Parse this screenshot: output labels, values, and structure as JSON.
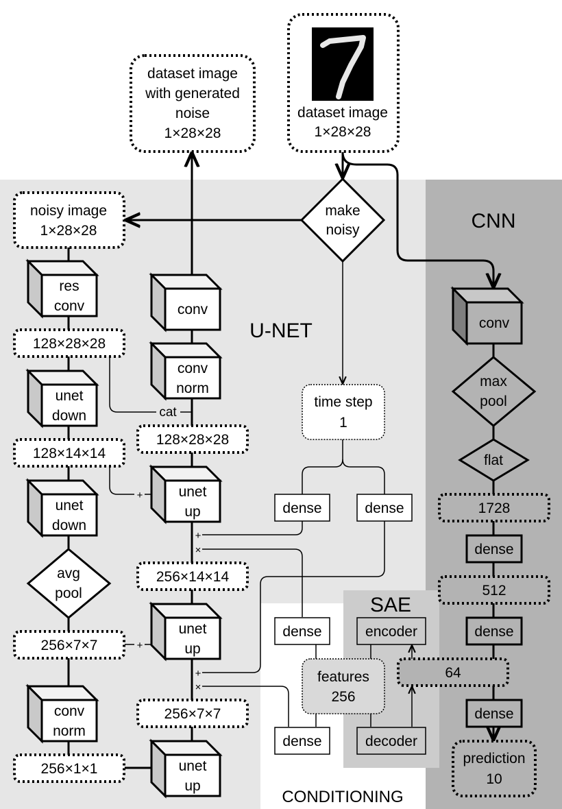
{
  "sections": {
    "unet": "U-NET",
    "cnn": "CNN",
    "sae": "SAE",
    "conditioning": "CONDITIONING"
  },
  "nodes": {
    "dataset_image": {
      "line1": "dataset image",
      "line2": "1×28×28"
    },
    "noisy_dataset": {
      "line1": "dataset image",
      "line2": "with generated",
      "line3": "noise",
      "line4": "1×28×28"
    },
    "make_noisy": {
      "line1": "make",
      "line2": "noisy"
    },
    "noisy_image": {
      "line1": "noisy image",
      "line2": "1×28×28"
    },
    "res_conv": {
      "line1": "res",
      "line2": "conv"
    },
    "shape_128_28_left": "128×28×28",
    "unet_down_1": {
      "line1": "unet",
      "line2": "down"
    },
    "shape_128_14": "128×14×14",
    "unet_down_2": {
      "line1": "unet",
      "line2": "down"
    },
    "avg_pool": {
      "line1": "avg",
      "line2": "pool"
    },
    "shape_256_7_left": "256×7×7",
    "conv_norm_left": {
      "line1": "conv",
      "line2": "norm"
    },
    "shape_256_1": "256×1×1",
    "conv_top": "conv",
    "conv_norm_mid": {
      "line1": "conv",
      "line2": "norm"
    },
    "cat": "cat",
    "shape_128_28_mid": "128×28×28",
    "unet_up_1": {
      "line1": "unet",
      "line2": "up"
    },
    "shape_256_14": "256×14×14",
    "unet_up_2": {
      "line1": "unet",
      "line2": "up"
    },
    "shape_256_7_mid": "256×7×7",
    "unet_up_3": {
      "line1": "unet",
      "line2": "up"
    },
    "time_step": {
      "line1": "time step",
      "line2": "1"
    },
    "dense_t1": "dense",
    "dense_t2": "dense",
    "dense_f1": "dense",
    "dense_f2": "dense",
    "features": {
      "line1": "features",
      "line2": "256"
    },
    "encoder": "encoder",
    "decoder": "decoder",
    "latent_64": "64",
    "cnn_conv": "conv",
    "max_pool": {
      "line1": "max",
      "line2": "pool"
    },
    "flat": "flat",
    "shape_1728": "1728",
    "dense_c1": "dense",
    "shape_512": "512",
    "dense_c2": "dense",
    "dense_c3": "dense",
    "prediction": {
      "line1": "prediction",
      "line2": "10"
    }
  },
  "ops": {
    "plus": "+",
    "times": "×"
  },
  "colors": {
    "unet_bg": "#e6e6e6",
    "cnn_bg": "#b3b3b3",
    "sae_bg": "#cccccc",
    "cube_side": "#c9c9c9"
  }
}
